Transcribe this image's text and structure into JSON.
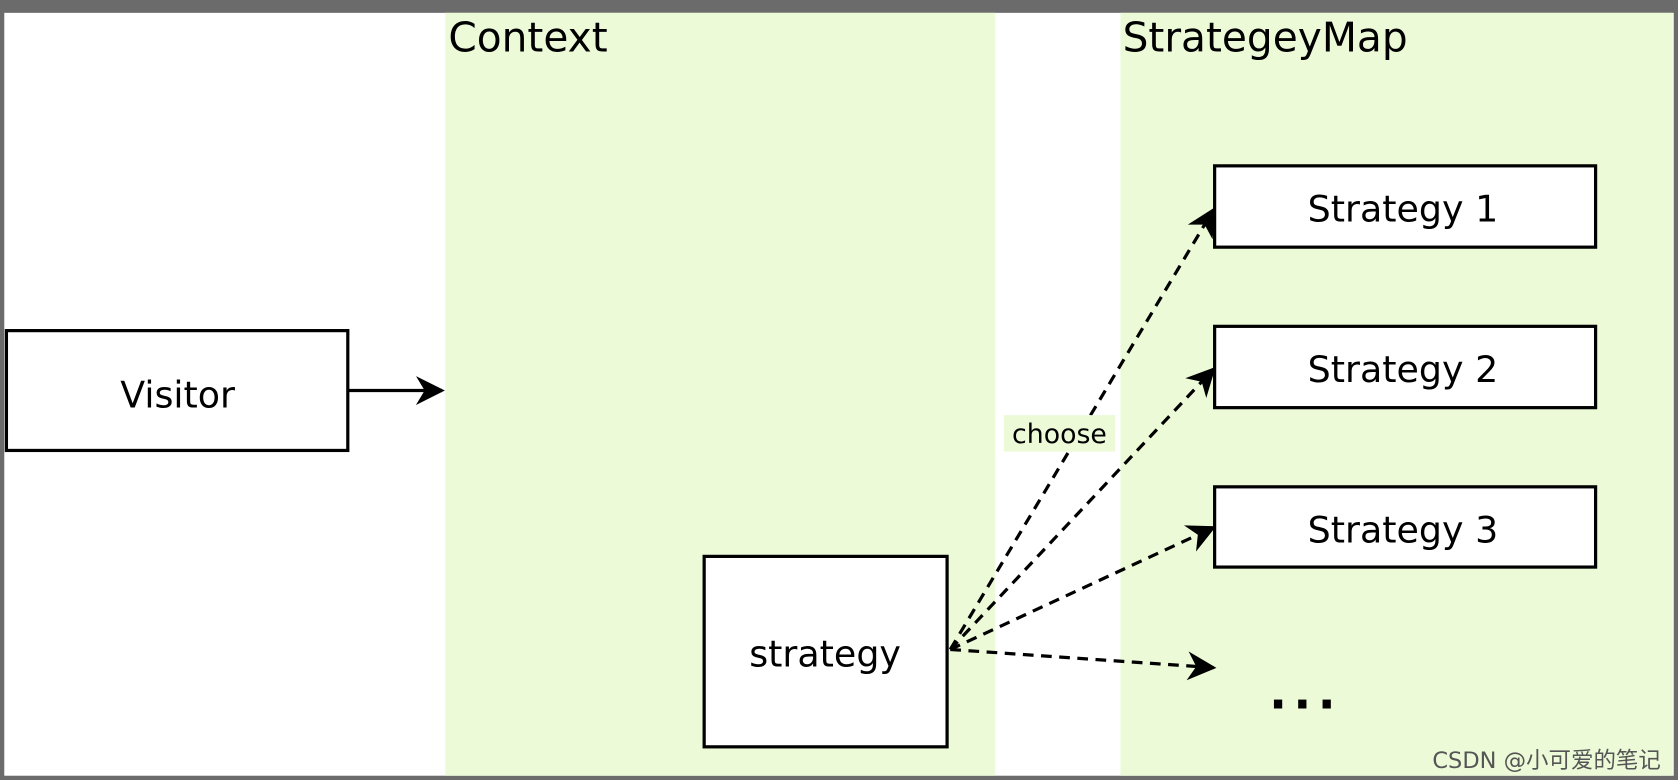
{
  "panels": {
    "context": {
      "title": "Context"
    },
    "strategy_map": {
      "title": "StrategeyMap"
    }
  },
  "nodes": {
    "visitor": "Visitor",
    "strategy": "strategy",
    "strategies": [
      "Strategy 1",
      "Strategy 2",
      "Strategy 3"
    ],
    "ellipsis": "..."
  },
  "edges": {
    "choose_label": "choose"
  },
  "watermark": "CSDN @小可爱的笔记",
  "colors": {
    "panel_fill": "#ecfad8",
    "frame": "#6b6b6b",
    "stroke": "#000000"
  }
}
